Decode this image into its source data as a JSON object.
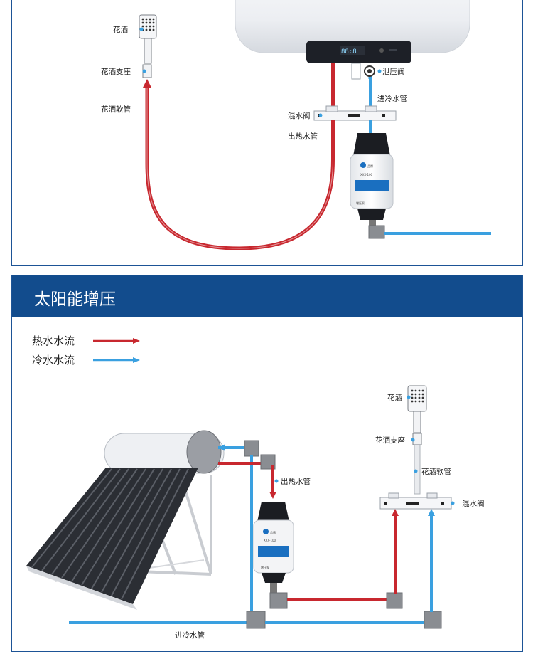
{
  "colors": {
    "hot": "#c8282f",
    "cold": "#3aa0e0",
    "banner": "#124c8d",
    "frame": "#1d5496",
    "pump_body": "#f2f3f5",
    "pump_cap": "#1b1d22"
  },
  "top_diagram": {
    "labels": {
      "shower_head": "花洒",
      "shower_bracket": "花洒支座",
      "shower_hose": "花洒软管",
      "mixing_valve": "混水阀",
      "hot_outlet_pipe": "出热水管",
      "pressure_relief_valve": "泄压阀",
      "cold_inlet_pipe": "进冷水管"
    }
  },
  "bottom_section": {
    "title": "太阳能增压",
    "legend": {
      "hot_flow": "热水水流",
      "cold_flow": "冷水水流"
    },
    "labels": {
      "shower_head": "花洒",
      "shower_bracket": "花洒支座",
      "shower_hose": "花洒软管",
      "hot_outlet_pipe": "出热水管",
      "mixing_valve": "混水阀",
      "cold_inlet_pipe": "进冷水管"
    }
  }
}
